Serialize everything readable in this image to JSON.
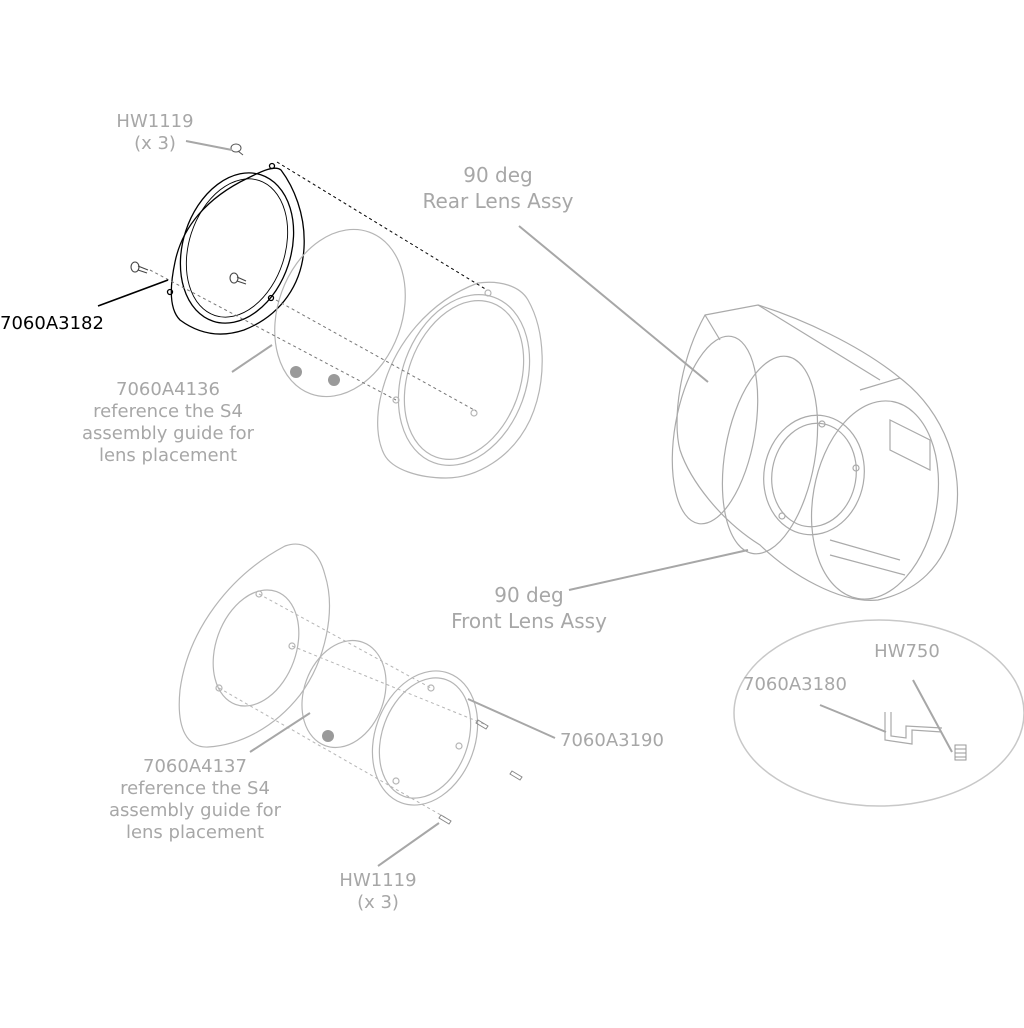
{
  "labels": {
    "hw1119_top": {
      "line1": "HW1119",
      "line2": "(x 3)"
    },
    "part_7060A3182": "7060A3182",
    "part_7060A4136": {
      "line1": "7060A4136",
      "line2": "reference the S4",
      "line3": "assembly guide for",
      "line4": "lens placement"
    },
    "rear_lens_assy": {
      "line1": "90 deg",
      "line2": "Rear Lens Assy"
    },
    "front_lens_assy": {
      "line1": "90 deg",
      "line2": "Front Lens Assy"
    },
    "part_7060A3180": "7060A3180",
    "hw750": "HW750",
    "part_7060A3190": "7060A3190",
    "part_7060A4137": {
      "line1": "7060A4137",
      "line2": "reference the S4",
      "line3": "assembly guide for",
      "line4": "lens placement"
    },
    "hw1119_bottom": {
      "line1": "HW1119",
      "line2": "(x 3)"
    }
  },
  "colors": {
    "drawing_line": "#8a8a8a",
    "leader_gray": "#a7a7a7",
    "highlight": "#000000",
    "lens_dot": "#9a9a9a"
  }
}
